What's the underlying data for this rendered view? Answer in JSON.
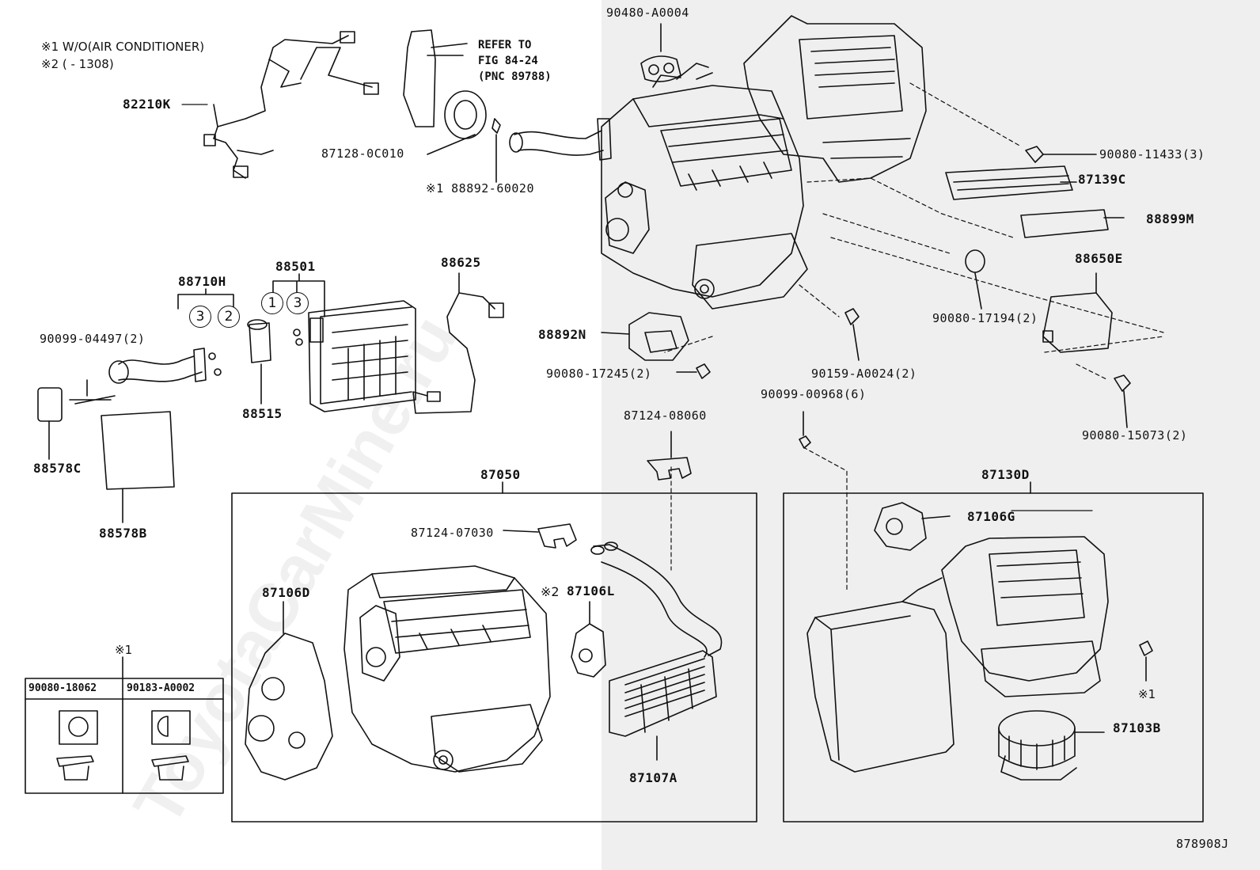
{
  "notes": {
    "note1": "※1 W/O(AIR CONDITIONER)",
    "note2": "※2 (     - 1308)"
  },
  "refer": {
    "line1": "REFER TO",
    "line2": "FIG 84-24",
    "line3": "(PNC 89788)"
  },
  "watermark": "ToyotaCarMine.ru",
  "diagram_id": "878908J",
  "markers": {
    "x1_label": "※1",
    "x2_label": "※2",
    "c1": "1",
    "c2": "2",
    "c3": "3"
  },
  "labels": {
    "p90480": "90480-A0004",
    "p82210K": "82210K",
    "p87128": "87128-0C010",
    "p88892_60020": "※1 88892-60020",
    "p90080_11433": "90080-11433(3)",
    "p87139C": "87139C",
    "p88899M": "88899M",
    "p88650E": "88650E",
    "p90080_17194": "90080-17194(2)",
    "p88892N": "88892N",
    "p90080_17245": "90080-17245(2)",
    "p90159": "90159-A0024(2)",
    "p90099_00968": "90099-00968(6)",
    "p90080_15073": "90080-15073(2)",
    "p88710H": "88710H",
    "p88501": "88501",
    "p88625": "88625",
    "p90099_04497": "90099-04497(2)",
    "p88515": "88515",
    "p88578C": "88578C",
    "p88578B": "88578B",
    "p87124_08060": "87124-08060",
    "p87050": "87050",
    "p87130D": "87130D",
    "p87124_07030": "87124-07030",
    "p87106D": "87106D",
    "p87106L": "87106L",
    "p87106G": "87106G",
    "p87103B": "87103B",
    "p87107A": "87107A"
  },
  "table": {
    "col1": "90080-18062",
    "col2": "90183-A0002"
  }
}
